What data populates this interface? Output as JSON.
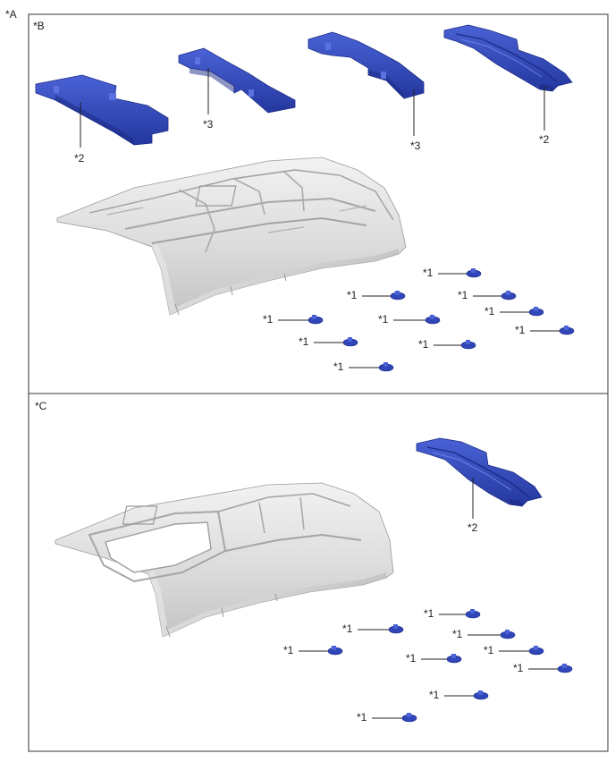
{
  "labels": {
    "view_a": "*A",
    "panel_b": "*B",
    "panel_c": "*C",
    "ref_1": "*1",
    "ref_2": "*2",
    "ref_3": "*3"
  },
  "colors": {
    "pad_blue": "#2f45b8",
    "pad_blue_dark": "#1c2c86",
    "pad_blue_light": "#4a62d6",
    "roof_light": "#e6e6e6",
    "roof_shade": "#b9b9b9",
    "frame": "#333333"
  }
}
